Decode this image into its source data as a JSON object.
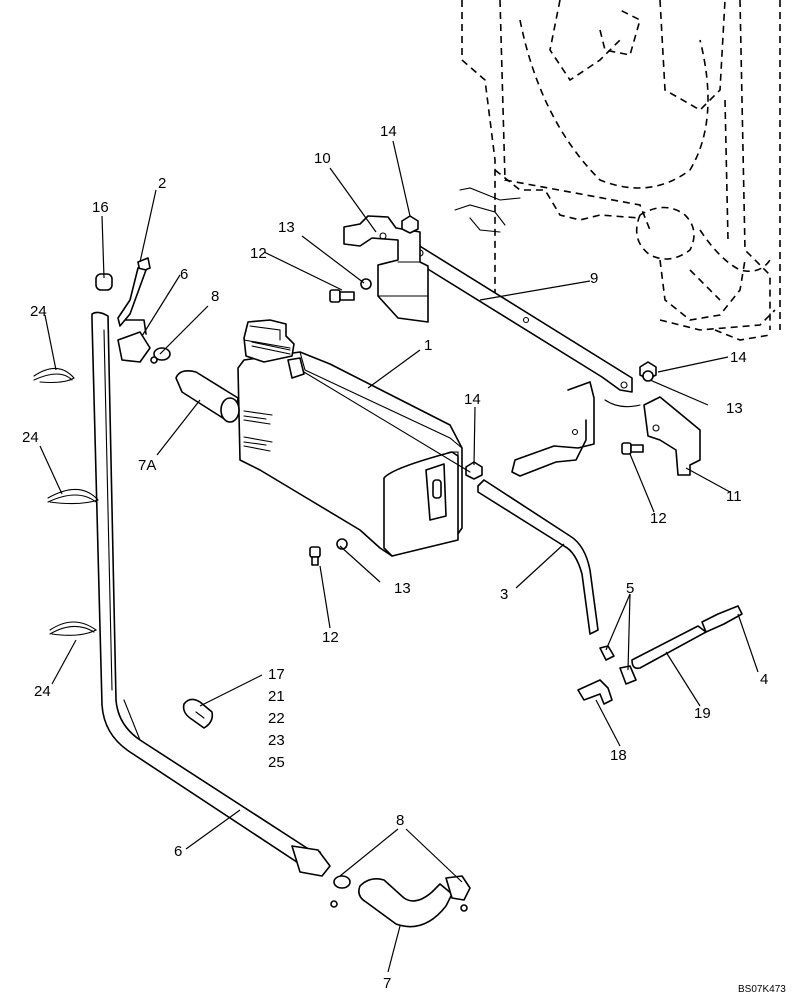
{
  "callouts": {
    "c1": "1",
    "c2": "2",
    "c3": "3",
    "c4": "4",
    "c5": "5",
    "c6a": "6",
    "c6b": "6",
    "c7": "7",
    "c7a": "7A",
    "c8a": "8",
    "c8b": "8",
    "c9": "9",
    "c10": "10",
    "c11": "11",
    "c12a": "12",
    "c12b": "12",
    "c12c": "12",
    "c13a": "13",
    "c13b": "13",
    "c13c": "13",
    "c14a": "14",
    "c14b": "14",
    "c14c": "14",
    "c16": "16",
    "c17": "17",
    "c18": "18",
    "c19": "19",
    "c21": "21",
    "c22": "22",
    "c23": "23",
    "c24a": "24",
    "c24b": "24",
    "c24c": "24",
    "c25": "25"
  },
  "drawing_code": "BS07K473"
}
